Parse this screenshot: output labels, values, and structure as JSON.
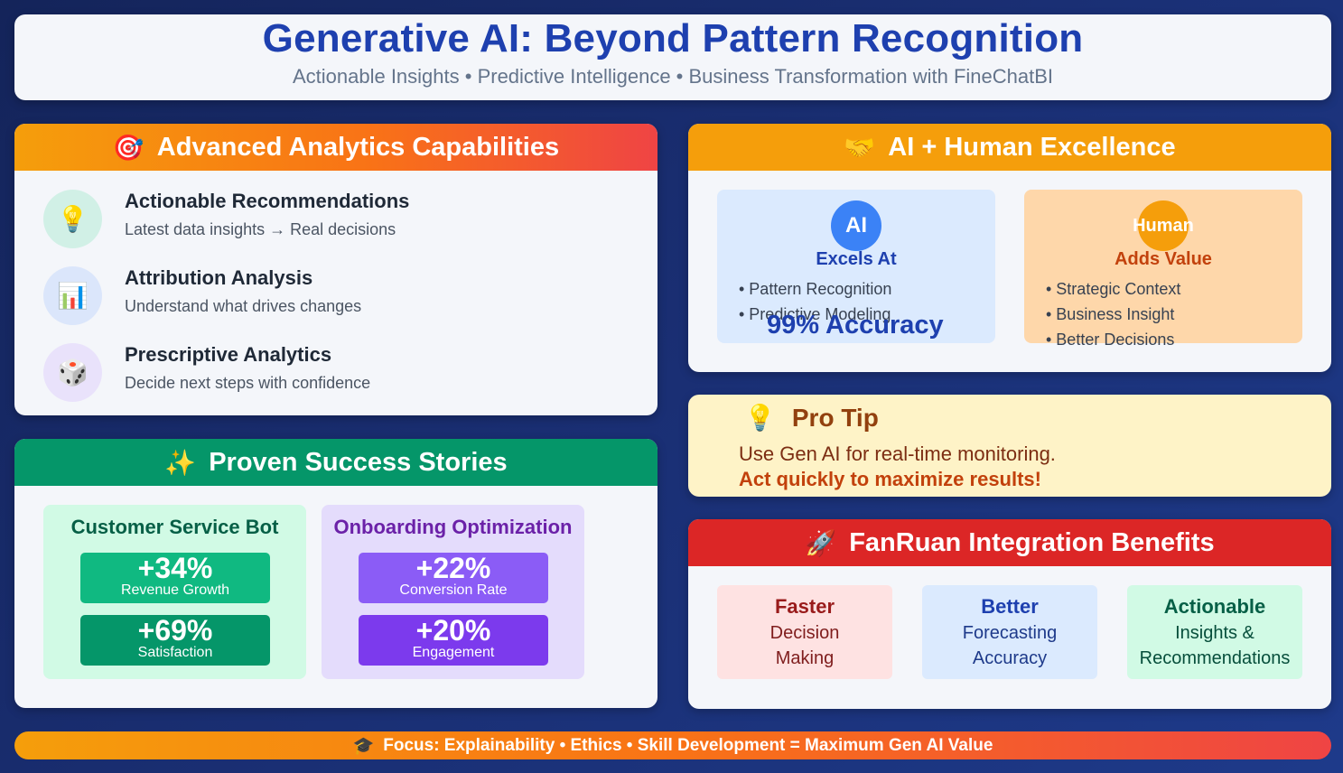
{
  "header": {
    "title": "Generative AI: Beyond Pattern Recognition",
    "subtitle": "Actionable Insights • Predictive Intelligence • Business Transformation with FineChatBI"
  },
  "analytics": {
    "icon": "🎯",
    "title": "Advanced Analytics Capabilities",
    "items": [
      {
        "icon": "💡",
        "title": "Actionable Recommendations",
        "desc": "Latest data insights → Real decisions",
        "color": "#d1f0e6"
      },
      {
        "icon": "📊",
        "title": "Attribution Analysis",
        "desc": "Understand what drives changes",
        "color": "#dbe6fb"
      },
      {
        "icon": "🎲",
        "title": "Prescriptive Analytics",
        "desc": "Decide next steps with confidence",
        "color": "#e9e2fb"
      }
    ]
  },
  "stories": {
    "icon": "✨",
    "title": "Proven Success Stories",
    "cases": [
      {
        "title": "Customer Service Bot",
        "metrics": [
          {
            "value": "+34%",
            "label": "Revenue Growth"
          },
          {
            "value": "+69%",
            "label": "Satisfaction"
          }
        ]
      },
      {
        "title": "Onboarding Optimization",
        "metrics": [
          {
            "value": "+22%",
            "label": "Conversion Rate"
          },
          {
            "value": "+20%",
            "label": "Engagement"
          }
        ]
      }
    ]
  },
  "aihuman": {
    "icon": "🤝",
    "title": "AI + Human Excellence",
    "ai": {
      "badge": "AI",
      "subtitle": "Excels At",
      "bullets": [
        "• Pattern Recognition",
        "• Predictive Modeling"
      ],
      "accuracy": "99% Accuracy"
    },
    "human": {
      "badge": "Human",
      "subtitle": "Adds Value",
      "bullets": [
        "• Strategic Context",
        "• Business Insight",
        "• Better Decisions"
      ]
    }
  },
  "protip": {
    "icon": "💡",
    "title": "Pro Tip",
    "line1": "Use Gen AI for real-time monitoring.",
    "line2": "Act quickly to maximize results!"
  },
  "integration": {
    "icon": "🚀",
    "title": "FanRuan Integration Benefits",
    "benefits": [
      {
        "title": "Faster",
        "desc1": "Decision",
        "desc2": "Making"
      },
      {
        "title": "Better",
        "desc1": "Forecasting",
        "desc2": "Accuracy"
      },
      {
        "title": "Actionable",
        "desc1": "Insights &",
        "desc2": "Recommendations"
      }
    ]
  },
  "footer": {
    "icon": "🎓",
    "text": "Focus: Explainability • Ethics • Skill Development = Maximum Gen AI Value"
  }
}
